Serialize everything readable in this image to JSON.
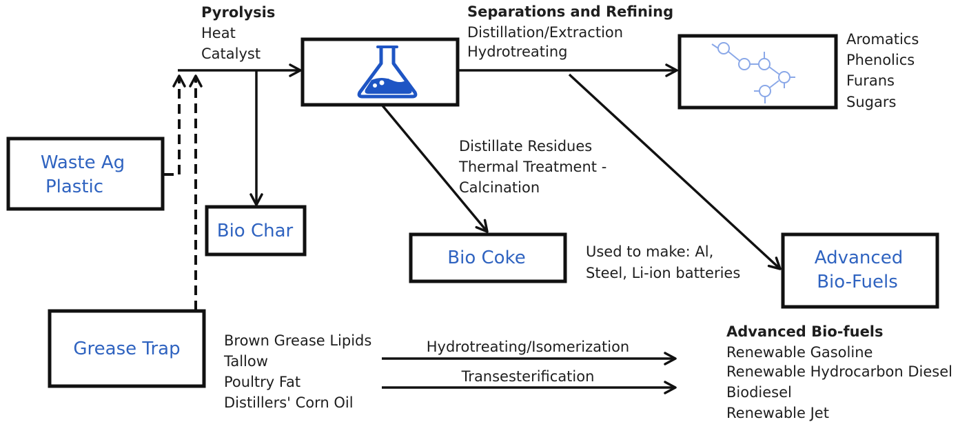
{
  "nodes": {
    "waste_ag_plastic": [
      "Waste Ag",
      "Plastic"
    ],
    "bio_char": "Bio Char",
    "bio_coke": "Bio Coke",
    "advanced_bio_fuels": [
      "Advanced",
      "Bio-Fuels"
    ],
    "grease_trap": "Grease Trap"
  },
  "pyrolysis": {
    "title": "Pyrolysis",
    "lines": [
      "Heat",
      "Catalyst"
    ]
  },
  "separations": {
    "title": "Separations and Refining",
    "lines": [
      "Distillation/Extraction",
      "Hydrotreating"
    ]
  },
  "products": [
    "Aromatics",
    "Phenolics",
    "Furans",
    "Sugars"
  ],
  "residues": [
    "Distillate Residues",
    "Thermal Treatment -",
    "Calcination"
  ],
  "bio_coke_use": [
    "Used to make: Al,",
    "Steel, Li-ion batteries"
  ],
  "lipids": [
    "Brown Grease Lipids",
    "Tallow",
    "Poultry Fat",
    "Distillers' Corn Oil"
  ],
  "routes": {
    "hydrotreating": "Hydrotreating/Isomerization",
    "transesterification": "Transesterification"
  },
  "advanced_biofuels_list": {
    "title": "Advanced Bio-fuels",
    "items": [
      "Renewable Gasoline",
      "Renewable Hydrocarbon Diesel",
      "Biodiesel",
      "Renewable Jet"
    ]
  },
  "colors": {
    "node_text": "#2f63c0",
    "flask": "#1e55c4",
    "molecule": "#8aa8e8"
  },
  "icons": {
    "reactor": "flask-icon",
    "products": "molecule-icon"
  }
}
